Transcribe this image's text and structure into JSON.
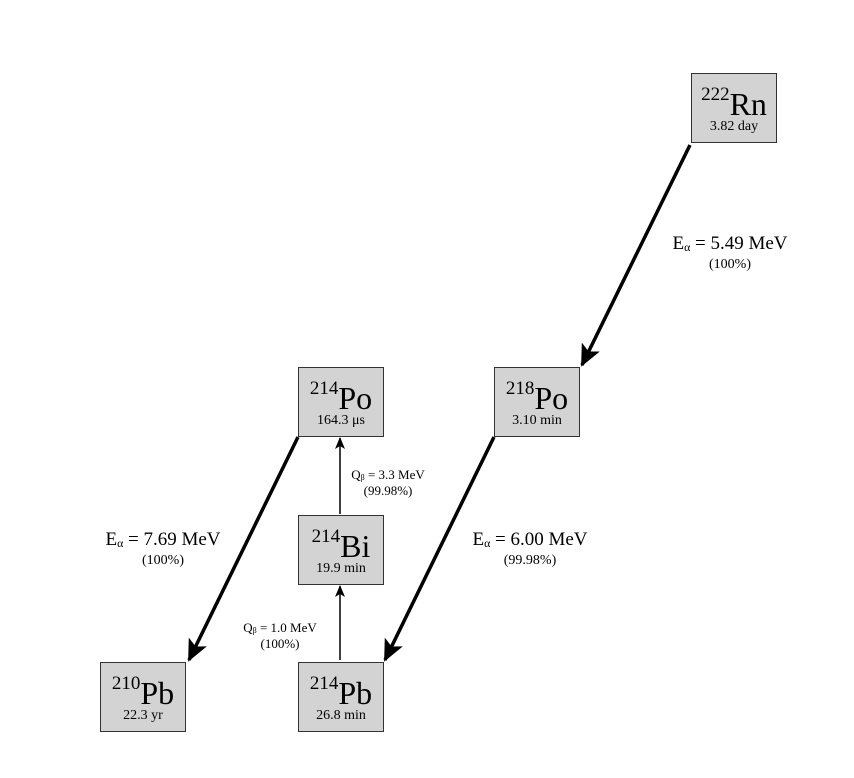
{
  "nuclides": {
    "rn222": {
      "mass": "222",
      "symbol": "Rn",
      "half_life": "3.82 day"
    },
    "po218": {
      "mass": "218",
      "symbol": "Po",
      "half_life": "3.10 min"
    },
    "po214": {
      "mass": "214",
      "symbol": "Po",
      "half_life": "164.3 μs"
    },
    "bi214": {
      "mass": "214",
      "symbol": "Bi",
      "half_life": "19.9 min"
    },
    "pb214": {
      "mass": "214",
      "symbol": "Pb",
      "half_life": "26.8 min"
    },
    "pb210": {
      "mass": "210",
      "symbol": "Pb",
      "half_life": "22.3 yr"
    }
  },
  "decays": {
    "rn222_po218": {
      "sym": "E",
      "sub": "α",
      "rest": " = 5.49 MeV",
      "branch": "(100%)"
    },
    "po218_pb214": {
      "sym": "E",
      "sub": "α",
      "rest": " = 6.00 MeV",
      "branch": "(99.98%)"
    },
    "pb214_bi214": {
      "sym": "Q",
      "sub": "β",
      "rest": " = 1.0 MeV",
      "branch": "(100%)"
    },
    "bi214_po214": {
      "sym": "Q",
      "sub": "β",
      "rest": " = 3.3 MeV",
      "branch": "(99.98%)"
    },
    "po214_pb210": {
      "sym": "E",
      "sub": "α",
      "rest": " = 7.69 MeV",
      "branch": "(100%)"
    }
  },
  "colors": {
    "box_fill": "#d3d3d3",
    "box_border": "#333333",
    "arrow": "#000000"
  }
}
